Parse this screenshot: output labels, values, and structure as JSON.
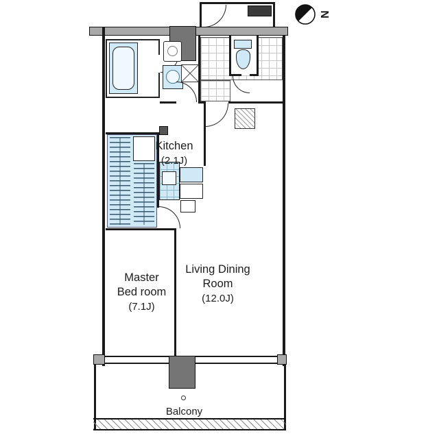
{
  "compass": {
    "letter": "N"
  },
  "labels": {
    "kitchen": {
      "name": "Kitchen",
      "area": "(2.1J)"
    },
    "master_bedroom": {
      "name_line1": "Master",
      "name_line2": "Bed room",
      "area": "(7.1J)"
    },
    "living_dining": {
      "name_line1": "Living Dining",
      "name_line2": "Room",
      "area": "(12.0J)"
    },
    "balcony": {
      "name": "Balcony"
    }
  },
  "colors": {
    "fixture_fill": "#cfe9f7",
    "wall_band_fill": "#a9a9a9",
    "pillar_fill": "#757575",
    "line": "#1a1a1a"
  }
}
